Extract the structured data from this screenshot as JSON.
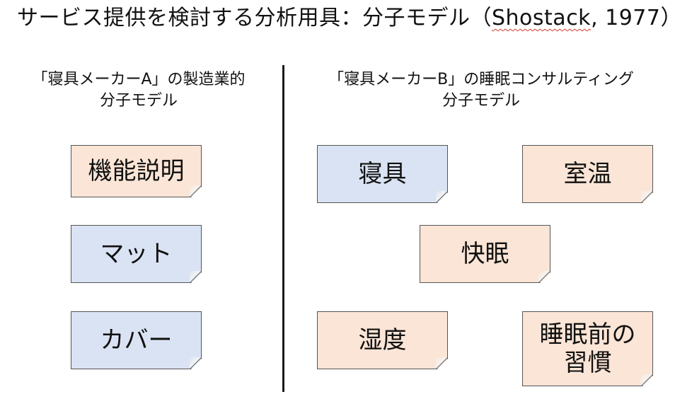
{
  "title": {
    "main": "サービス提供を検討する分析用具：分子モデル（",
    "citation_author": "Shostack",
    "citation_year": ", 1977）"
  },
  "left_section": {
    "header_line1": "「寝具メーカーA」の製造業的",
    "header_line2": "分子モデル",
    "items": [
      {
        "label": "機能説明",
        "kind": "service"
      },
      {
        "label": "マット",
        "kind": "product"
      },
      {
        "label": "カバー",
        "kind": "product"
      }
    ]
  },
  "right_section": {
    "header_line1": "「寝具メーカーB」の睡眠コンサルティング",
    "header_line2": "分子モデル",
    "items": [
      {
        "label": "寝具",
        "kind": "product"
      },
      {
        "label": "室温",
        "kind": "service"
      },
      {
        "label": "快眠",
        "kind": "service"
      },
      {
        "label": "湿度",
        "kind": "service"
      },
      {
        "label_line1": "睡眠前の",
        "label_line2": "習慣",
        "kind": "service"
      }
    ]
  },
  "colors": {
    "product_fill": "#dae3f3",
    "service_fill": "#fbe5d6",
    "border": "#555555",
    "divider": "#1a1a1a",
    "squiggle": "#d83a2a"
  }
}
